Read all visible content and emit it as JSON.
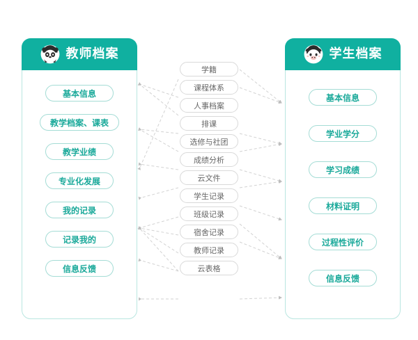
{
  "diagram": {
    "background_color": "#ffffff",
    "accent_color": "#10b0a0",
    "pill_border_color": "#a4dcd5",
    "mid_border_color": "#d9d9d9",
    "connector_color": "#cfcfcf"
  },
  "left_panel": {
    "title": "教师档案",
    "icon": "panda-face-icon",
    "items": [
      {
        "label": "基本信息"
      },
      {
        "label": "教学档案、课表"
      },
      {
        "label": "教学业绩"
      },
      {
        "label": "专业化发展"
      },
      {
        "label": "我的记录"
      },
      {
        "label": "记录我的"
      },
      {
        "label": "信息反馈"
      }
    ]
  },
  "right_panel": {
    "title": "学生档案",
    "icon": "cow-face-icon",
    "items": [
      {
        "label": "基本信息"
      },
      {
        "label": "学业学分"
      },
      {
        "label": "学习成绩"
      },
      {
        "label": "材料证明"
      },
      {
        "label": "过程性评价"
      },
      {
        "label": "信息反馈"
      }
    ]
  },
  "middle_column": {
    "items": [
      {
        "label": "学籍"
      },
      {
        "label": "课程体系"
      },
      {
        "label": "人事档案"
      },
      {
        "label": "排课"
      },
      {
        "label": "选修与社团"
      },
      {
        "label": "成绩分析"
      },
      {
        "label": "云文件"
      },
      {
        "label": "学生记录"
      },
      {
        "label": "班级记录"
      },
      {
        "label": "宿舍记录"
      },
      {
        "label": "教师记录"
      },
      {
        "label": "云表格"
      }
    ]
  }
}
